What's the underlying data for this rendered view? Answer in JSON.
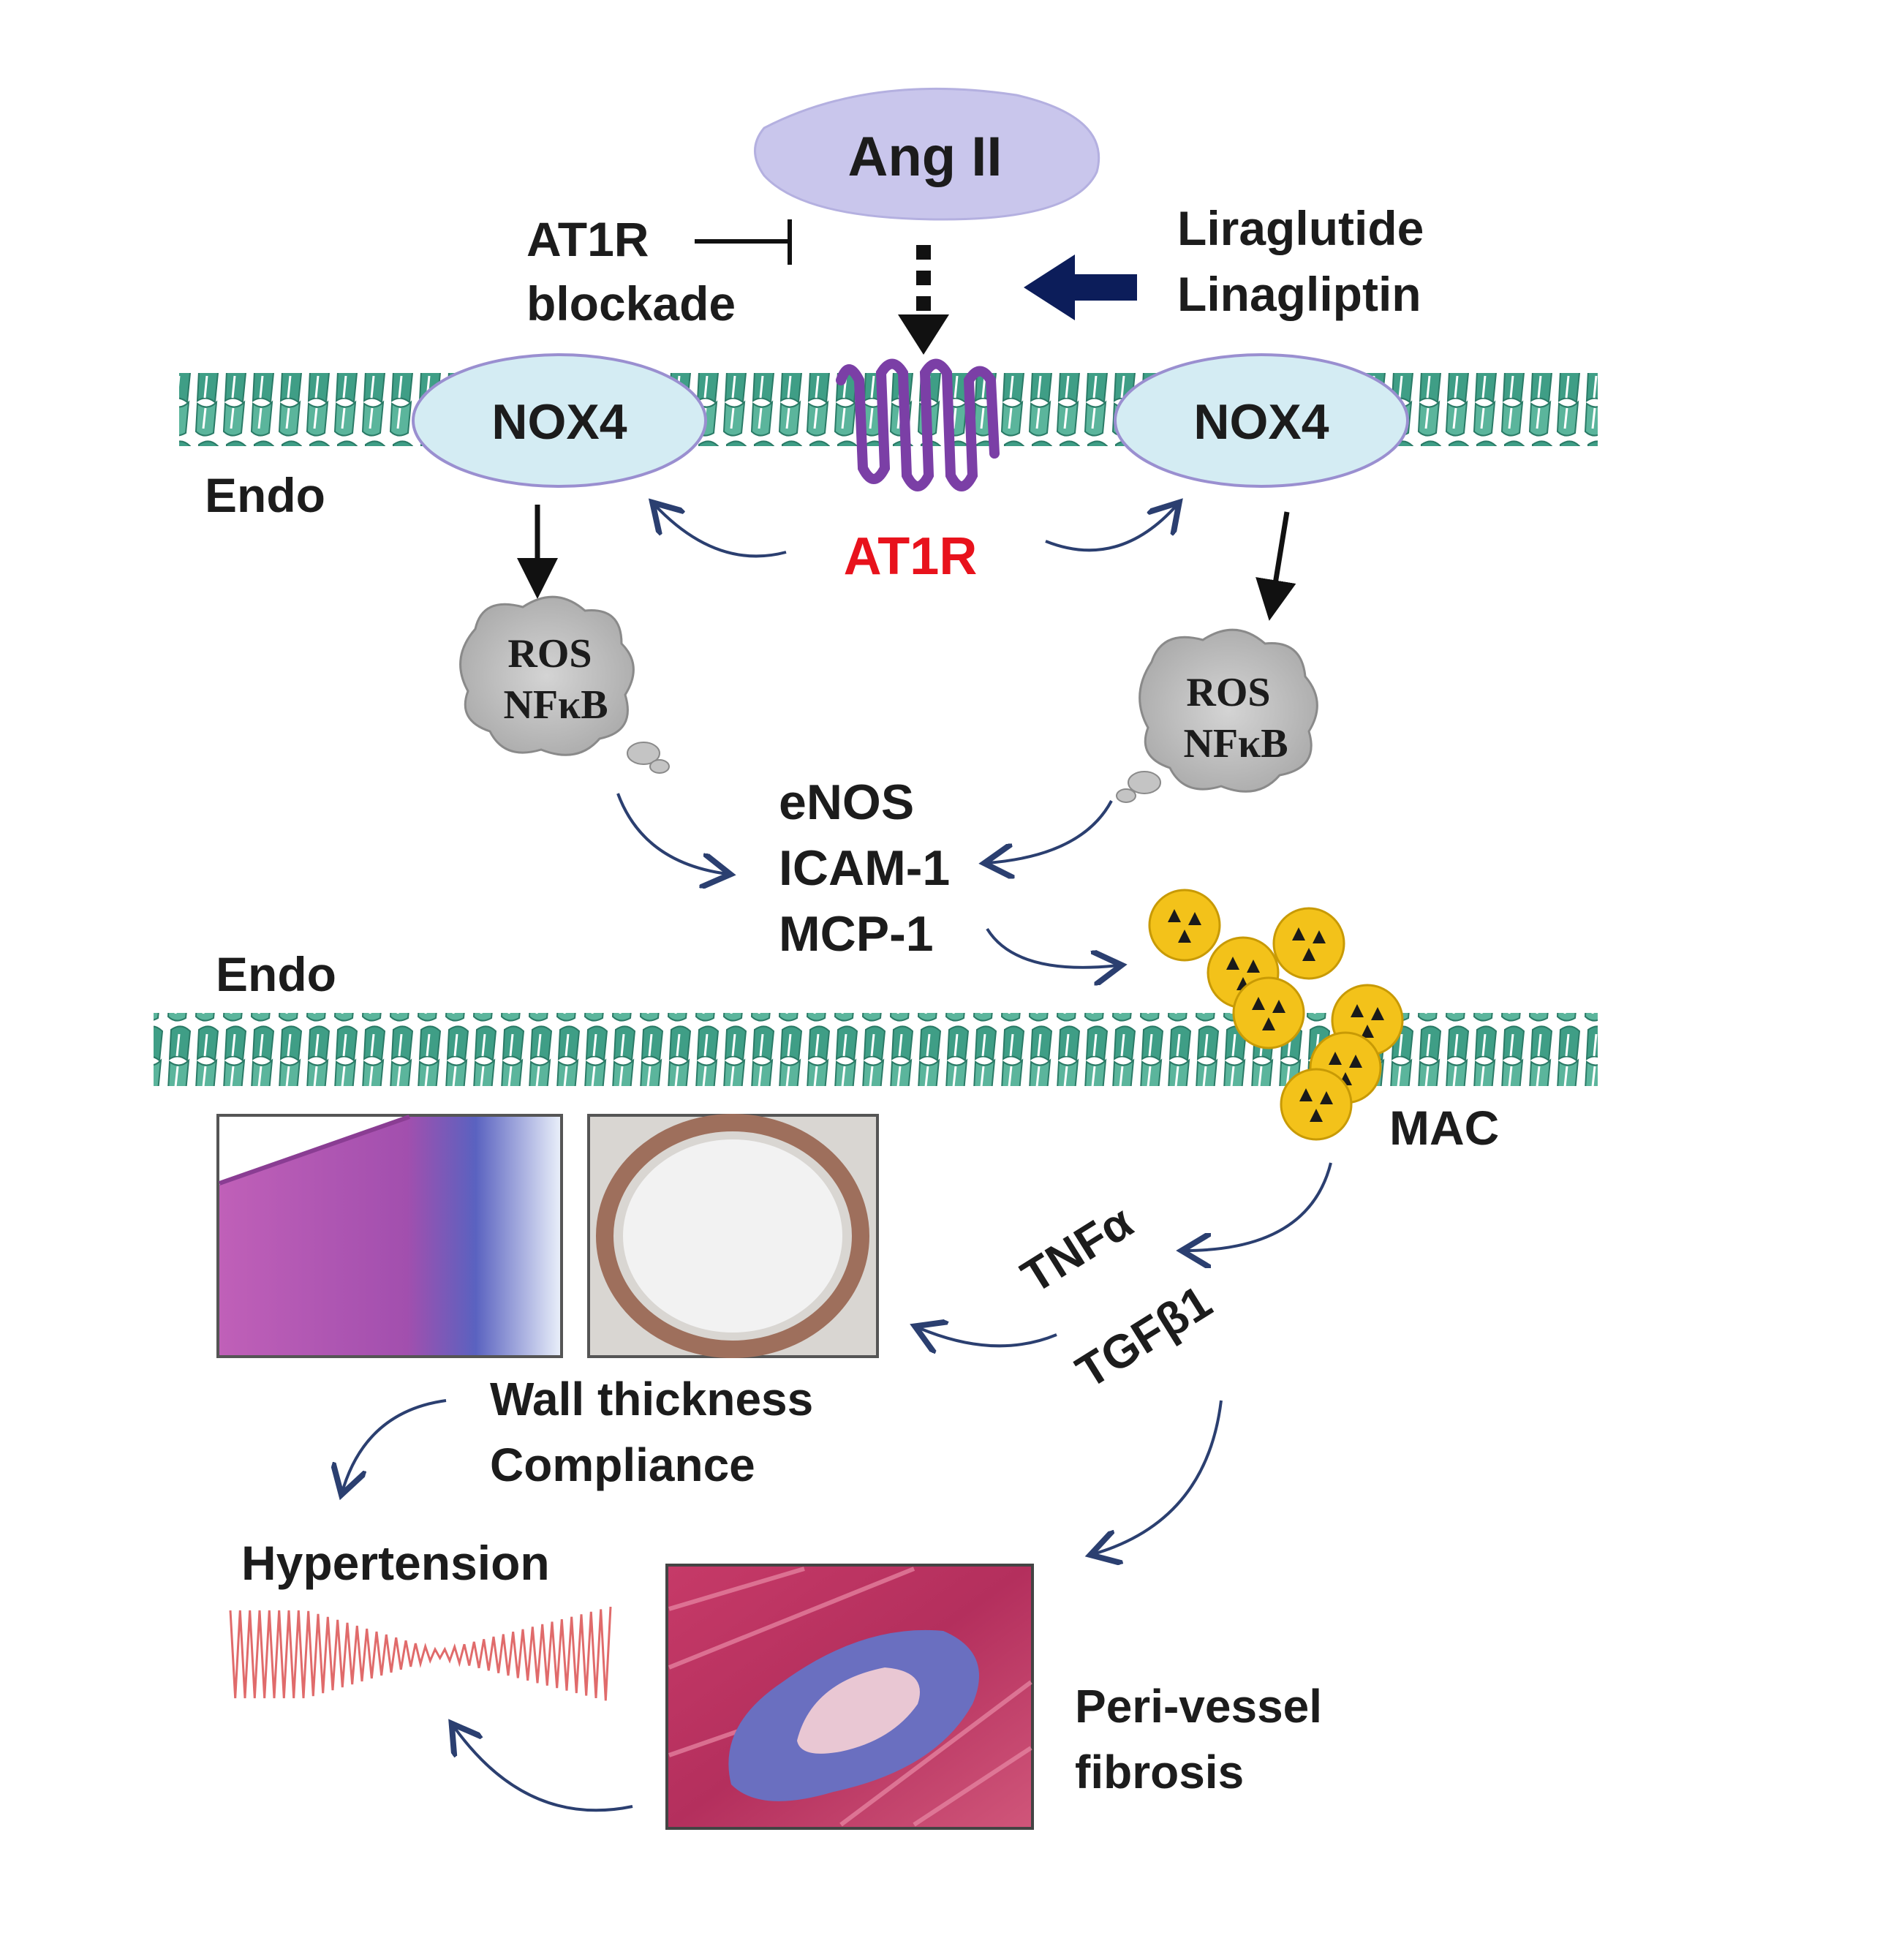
{
  "ligand": "Ang II",
  "at1r_blockade": [
    "AT1R",
    "blockade"
  ],
  "drugs": [
    "Liraglutide",
    "Linagliptin"
  ],
  "nox_left": "NOX4",
  "nox_right": "NOX4",
  "endo_top": "Endo",
  "receptor": "AT1R",
  "ros_left": [
    "ROS",
    "NFκB"
  ],
  "ros_right": [
    "ROS",
    "NFκB"
  ],
  "mediators": [
    "eNOS",
    "ICAM-1",
    "MCP-1"
  ],
  "endo_bottom": "Endo",
  "macrophage": "MAC",
  "cytokines": [
    "TNFα",
    "TGFβ1"
  ],
  "wall": [
    "Wall thickness",
    "Compliance"
  ],
  "hypertension": "Hypertension",
  "fibrosis": [
    "Peri-vessel",
    "fibrosis"
  ],
  "colors": {
    "ligand_fill": "#c9c6ec",
    "nox_fill": "#d4ecf3",
    "membrane": "#3f9e86",
    "receptor": "#7b3fa6",
    "receptor_label": "#e8121c",
    "arrow_thin": "#2b3f70",
    "drug_arrow": "#0c1d5a",
    "cloud": "#bbbbbb",
    "macrophage": "#f3c21a",
    "hypertension_wave": "#e06b6b"
  }
}
